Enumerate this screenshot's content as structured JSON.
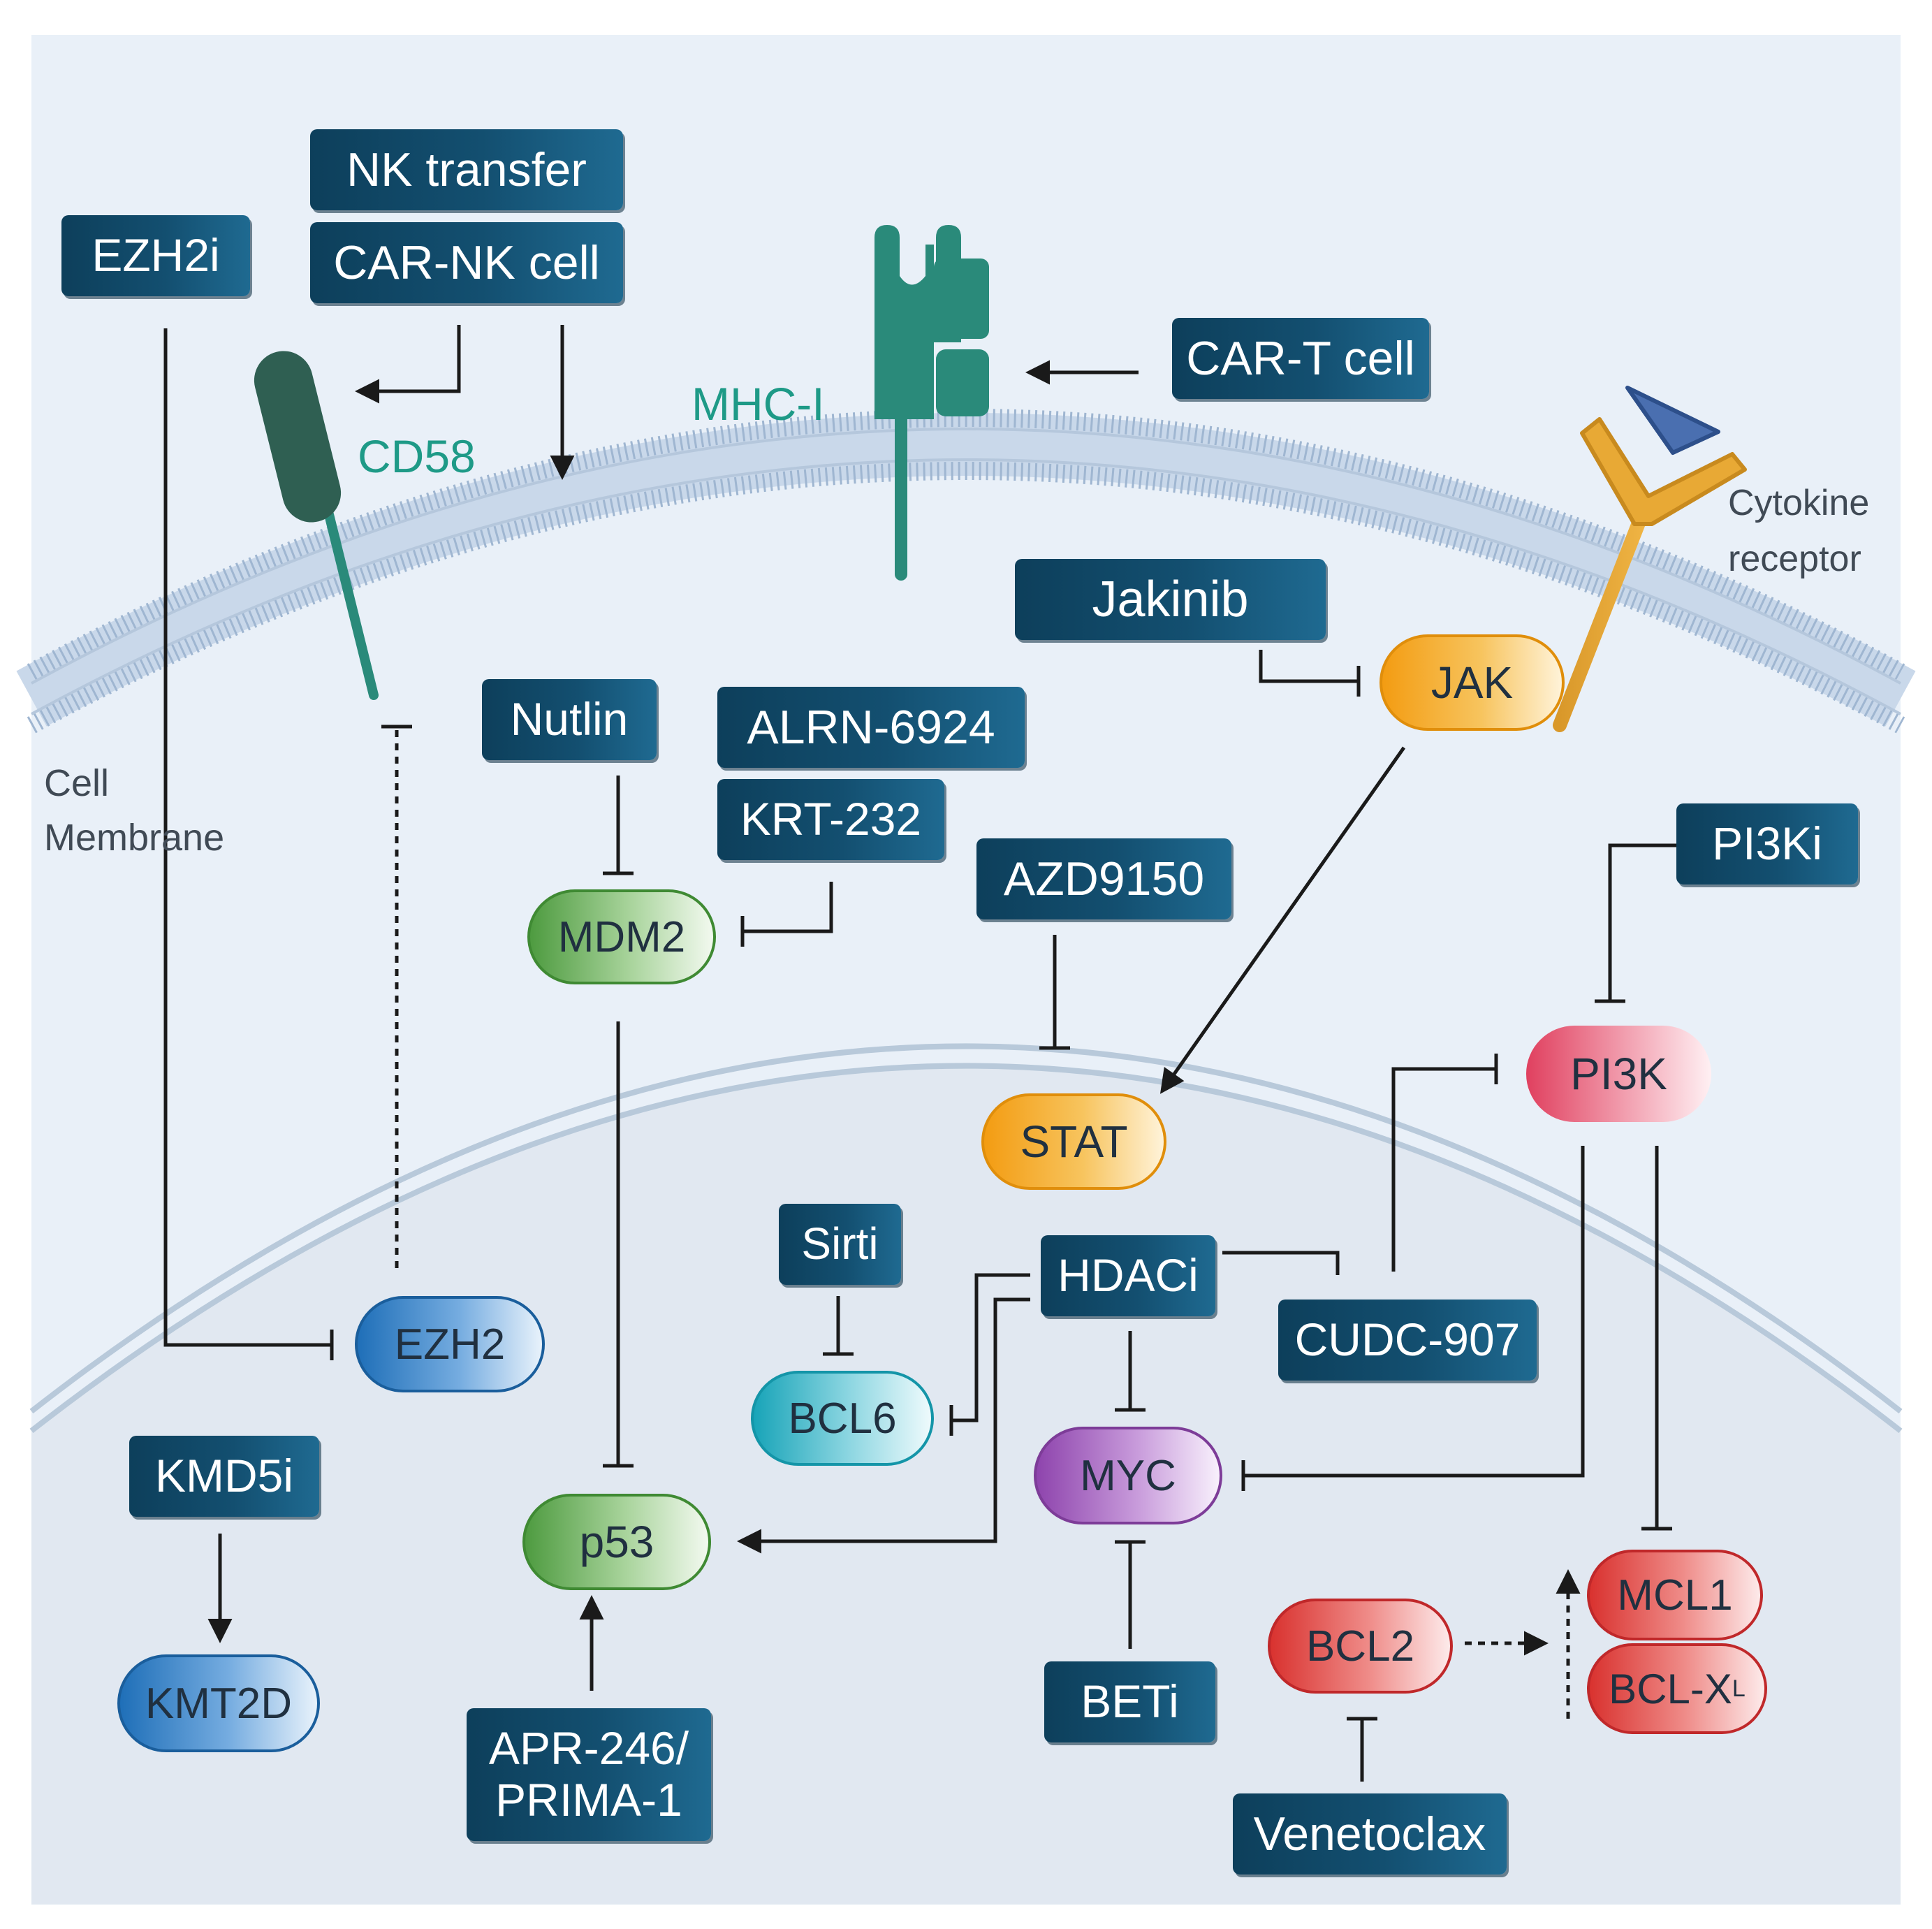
{
  "labels": {
    "cd58": "CD58",
    "mhc_i": "MHC-I",
    "cytokine_receptor_line1": "Cytokine",
    "cytokine_receptor_line2": "receptor",
    "cell_membrane_line1": "Cell",
    "cell_membrane_line2": "Membrane"
  },
  "drugs": {
    "nk_transfer": "NK transfer",
    "car_nk_cell": "CAR-NK cell",
    "ezh2i": "EZH2i",
    "car_t_cell": "CAR-T cell",
    "jakinib": "Jakinib",
    "nutlin": "Nutlin",
    "alrn_6924": "ALRN-6924",
    "krt_232": "KRT-232",
    "azd9150": "AZD9150",
    "pi3ki": "PI3Ki",
    "sirti": "Sirti",
    "hdaci": "HDACi",
    "cudc_907": "CUDC-907",
    "kmd5i": "KMD5i",
    "apr_246_line1": "APR-246/",
    "apr_246_line2": "PRIMA-1",
    "beti": "BETi",
    "venetoclax": "Venetoclax"
  },
  "molecules": {
    "jak": "JAK",
    "mdm2": "MDM2",
    "stat": "STAT",
    "pi3k": "PI3K",
    "ezh2": "EZH2",
    "bcl6": "BCL6",
    "myc": "MYC",
    "p53": "p53",
    "kmt2d": "KMT2D",
    "bcl2": "BCL2",
    "mcl1": "MCL1",
    "bcl_x": "BCL-X",
    "bcl_x_sub": "L"
  },
  "colors": {
    "background": "#e9f0f8",
    "nucleus": "#e1e8f1",
    "drug_box": "#134f70",
    "protein_teal": "#2a8a7a",
    "cd58_dark": "#2f5f52",
    "cytokine_receptor": "#e8a935",
    "cytokine_ligand": "#4a6fb0",
    "label_teal": "#1e9a87"
  }
}
